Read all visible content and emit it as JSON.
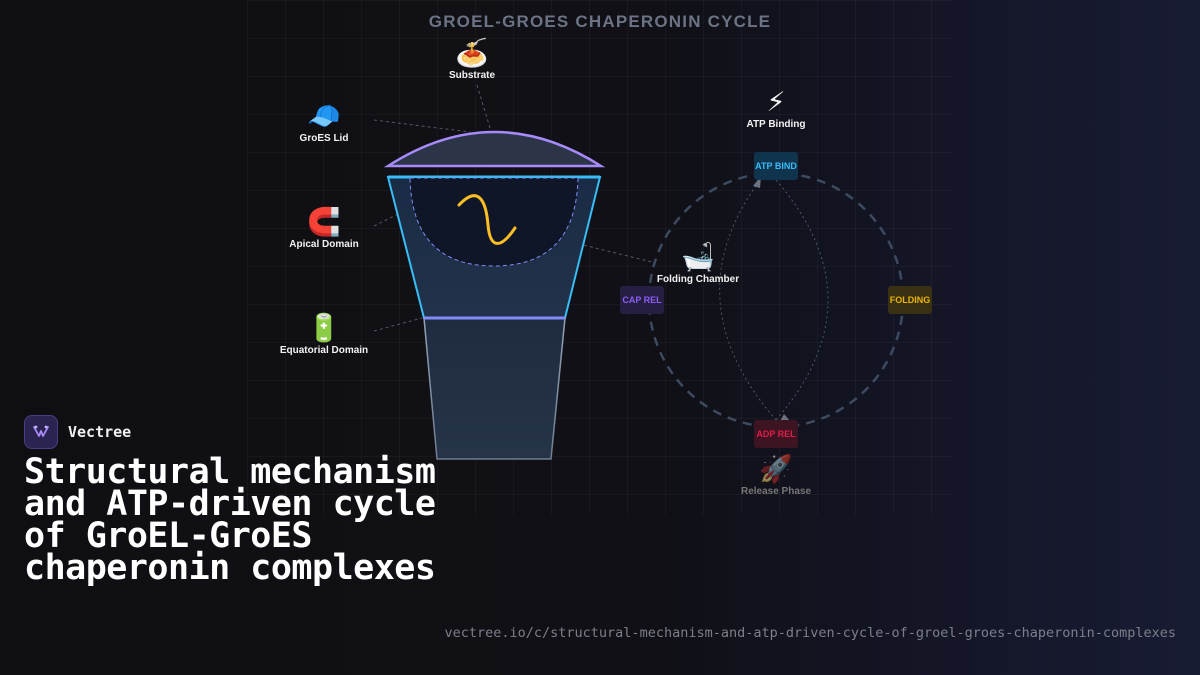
{
  "title": "GROEL-GROES CHAPERONIN CYCLE",
  "structure_labels": [
    {
      "id": "substrate",
      "icon": "plate-of-food-icon",
      "emoji": "🍝",
      "text": "Substrate"
    },
    {
      "id": "groes-lid",
      "icon": "cap-icon",
      "emoji": "🧢",
      "text": "GroES Lid"
    },
    {
      "id": "apical-domain",
      "icon": "magnet-icon",
      "emoji": "🧲",
      "text": "Apical Domain"
    },
    {
      "id": "equatorial-domain",
      "icon": "battery-icon",
      "emoji": "🔋",
      "text": "Equatorial Domain"
    }
  ],
  "cycle_labels": [
    {
      "id": "atp-binding",
      "icon": "lightning-icon",
      "emoji": "⚡",
      "text": "ATP Binding"
    },
    {
      "id": "folding-chamber",
      "icon": "bathtub-icon",
      "emoji": "🛁",
      "text": "Folding Chamber"
    },
    {
      "id": "release-phase",
      "icon": "rocket-icon",
      "emoji": "🚀",
      "text": "Release Phase"
    }
  ],
  "cycle_states": [
    {
      "id": "atp-bind",
      "text": "ATP BIND",
      "color": "#38bdf8"
    },
    {
      "id": "folding",
      "text": "FOLDING",
      "color": "#eab308"
    },
    {
      "id": "adp-rel",
      "text": "ADP REL",
      "color": "#e11d48"
    },
    {
      "id": "cap-rel",
      "text": "CAP REL",
      "color": "#8b5cf6"
    }
  ],
  "brand": {
    "name": "Vectree",
    "icon": "vectree-logo-icon"
  },
  "headline": "Structural mechanism and ATP-driven cycle of GroEL-GroES chaperonin complexes",
  "url": "vectree.io/c/structural-mechanism-and-atp-driven-cycle-of-groel-groes-chaperonin-complexes",
  "colors": {
    "lid": "#a78bfa",
    "chamber_edge": "#38bdf8",
    "equator": "#818cf8",
    "substrate_chain": "#fbbf24"
  }
}
